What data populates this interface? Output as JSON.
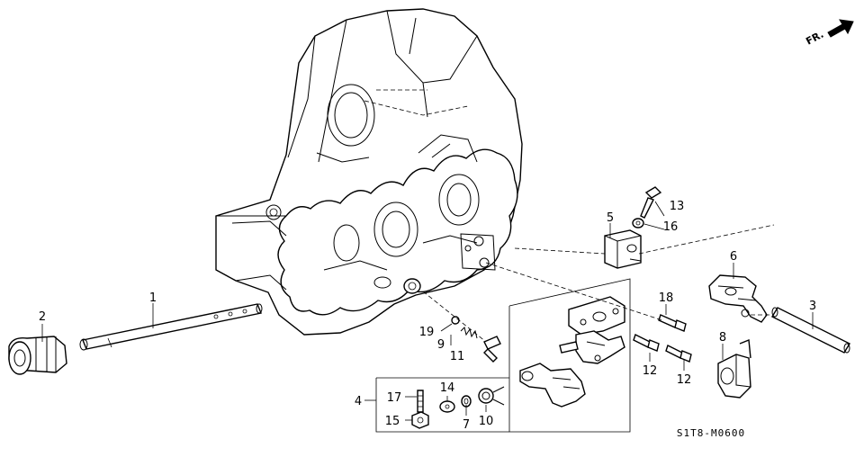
{
  "diagram": {
    "direction_label": "FR.",
    "diagram_code": "S1T8-M0600",
    "callouts": [
      {
        "id": "c1",
        "text": "1"
      },
      {
        "id": "c2",
        "text": "2"
      },
      {
        "id": "c3",
        "text": "3"
      },
      {
        "id": "c4",
        "text": "4"
      },
      {
        "id": "c5",
        "text": "5"
      },
      {
        "id": "c6",
        "text": "6"
      },
      {
        "id": "c7",
        "text": "7"
      },
      {
        "id": "c8",
        "text": "8"
      },
      {
        "id": "c9",
        "text": "9"
      },
      {
        "id": "c10",
        "text": "10"
      },
      {
        "id": "c11",
        "text": "11"
      },
      {
        "id": "c12a",
        "text": "12"
      },
      {
        "id": "c12b",
        "text": "12"
      },
      {
        "id": "c13",
        "text": "13"
      },
      {
        "id": "c14",
        "text": "14"
      },
      {
        "id": "c15",
        "text": "15"
      },
      {
        "id": "c16",
        "text": "16"
      },
      {
        "id": "c17",
        "text": "17"
      },
      {
        "id": "c18",
        "text": "18"
      },
      {
        "id": "c19",
        "text": "19"
      }
    ]
  }
}
